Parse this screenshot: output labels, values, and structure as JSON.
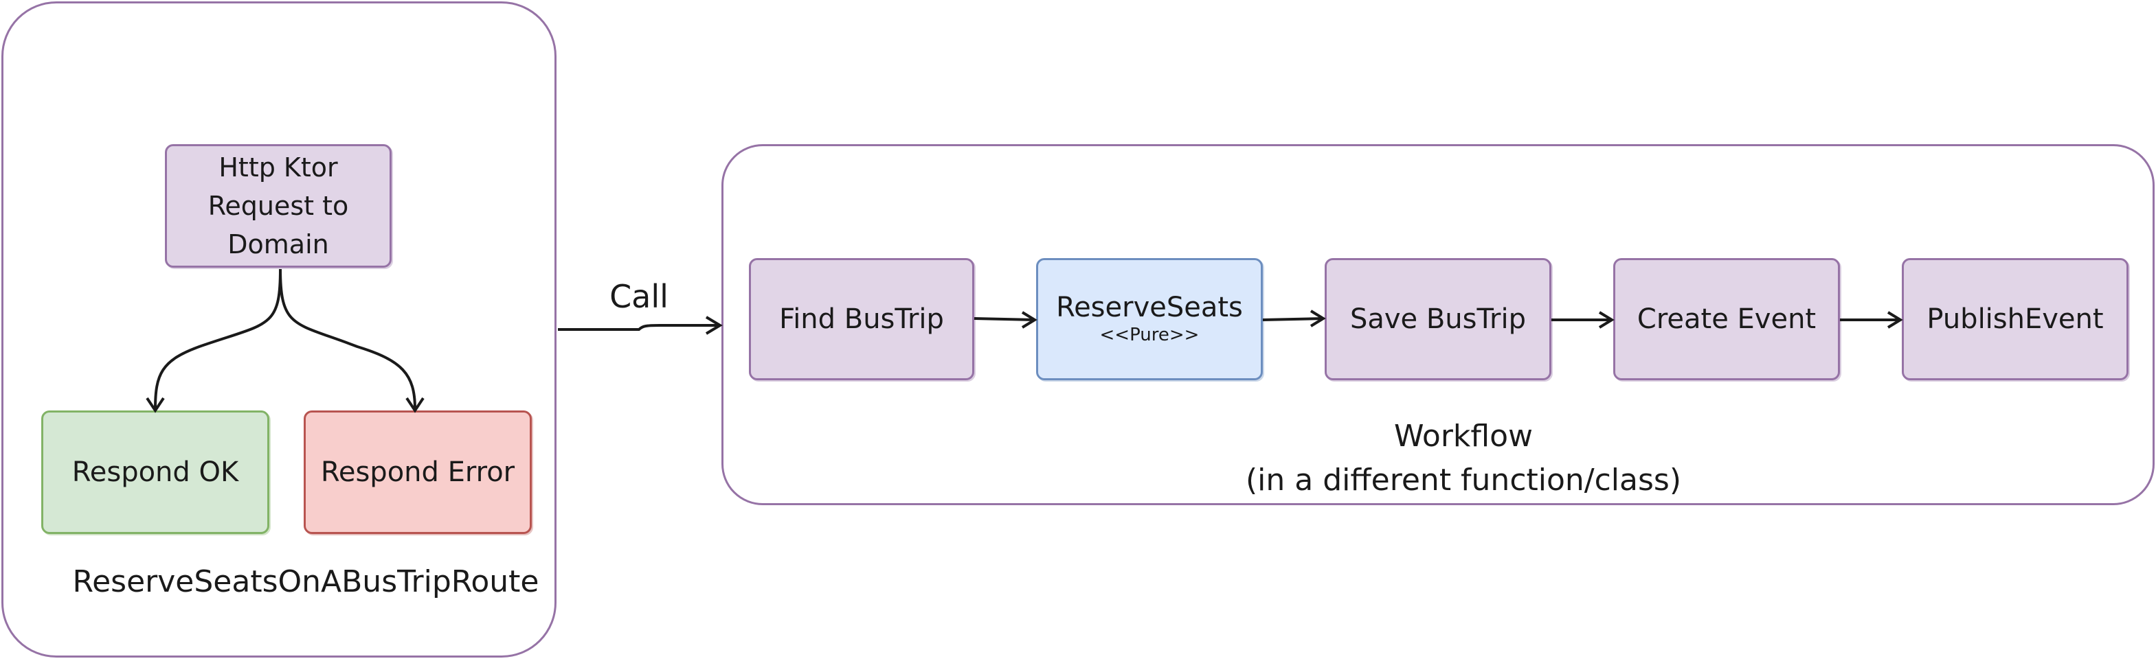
{
  "route": {
    "request_node": [
      "Http Ktor",
      "Request to",
      "Domain"
    ],
    "respond_ok": "Respond OK",
    "respond_error": "Respond Error",
    "caption": "ReserveSeatsOnABusTripRoute"
  },
  "call_label": "Call",
  "workflow": {
    "steps": [
      {
        "label": "Find BusTrip"
      },
      {
        "label": "ReserveSeats",
        "stereotype": "<<Pure>>"
      },
      {
        "label": "Save BusTrip"
      },
      {
        "label": "Create Event"
      },
      {
        "label": "PublishEvent"
      }
    ],
    "caption_line1": "Workflow",
    "caption_line2": "(in a different function/class)"
  },
  "colors": {
    "container_border": "#9673a6",
    "node_purple_fill": "#e1d5e7",
    "node_blue_fill": "#dae8fc",
    "node_green_fill": "#d5e8d4",
    "node_red_fill": "#f8cecc"
  }
}
